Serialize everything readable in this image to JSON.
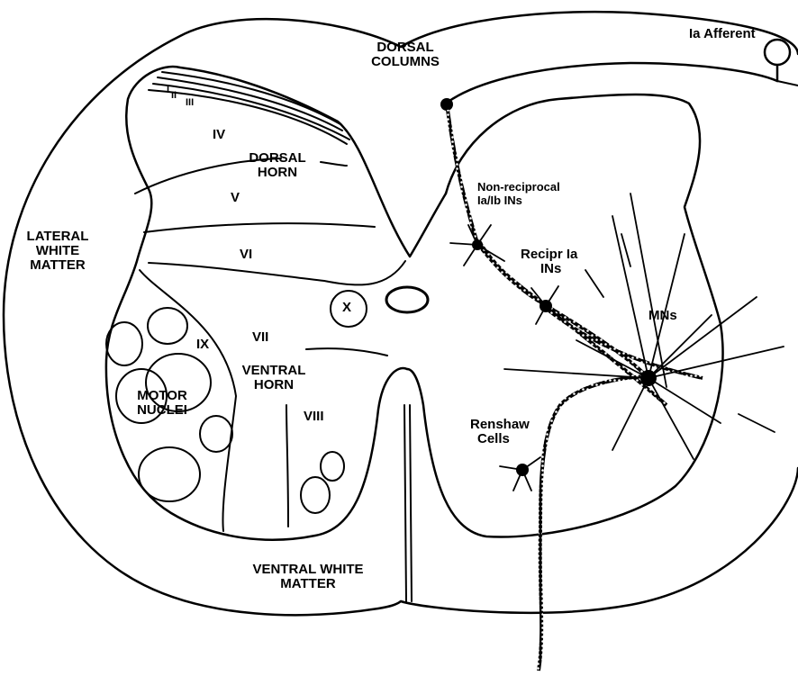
{
  "labels": {
    "ia_afferent": "Ia Afferent",
    "dorsal_columns_1": "DORSAL",
    "dorsal_columns_2": "COLUMNS",
    "lamina_i": "I",
    "lamina_ii": "II",
    "lamina_iii": "III",
    "lamina_iv": "IV",
    "dorsal_horn_1": "DORSAL",
    "dorsal_horn_2": "HORN",
    "lamina_v": "V",
    "lamina_vi": "VI",
    "lateral_white_matter_1": "LATERAL",
    "lateral_white_matter_2": "WHITE",
    "lateral_white_matter_3": "MATTER",
    "lamina_x": "X",
    "lamina_vii": "VII",
    "lamina_ix": "IX",
    "ventral_horn_1": "VENTRAL",
    "ventral_horn_2": "HORN",
    "lamina_viii": "VIII",
    "motor_nuclei_1": "MOTOR",
    "motor_nuclei_2": "NUCLEI",
    "ventral_white_matter_1": "VENTRAL WHITE",
    "ventral_white_matter_2": "MATTER",
    "nonrecip_1": "Non-reciprocal",
    "nonrecip_2": "Ia/Ib  INs",
    "recip_1": "Recipr  Ia",
    "recip_2": "INs",
    "mns": "MNs",
    "renshaw_1": "Renshaw",
    "renshaw_2": "Cells"
  }
}
